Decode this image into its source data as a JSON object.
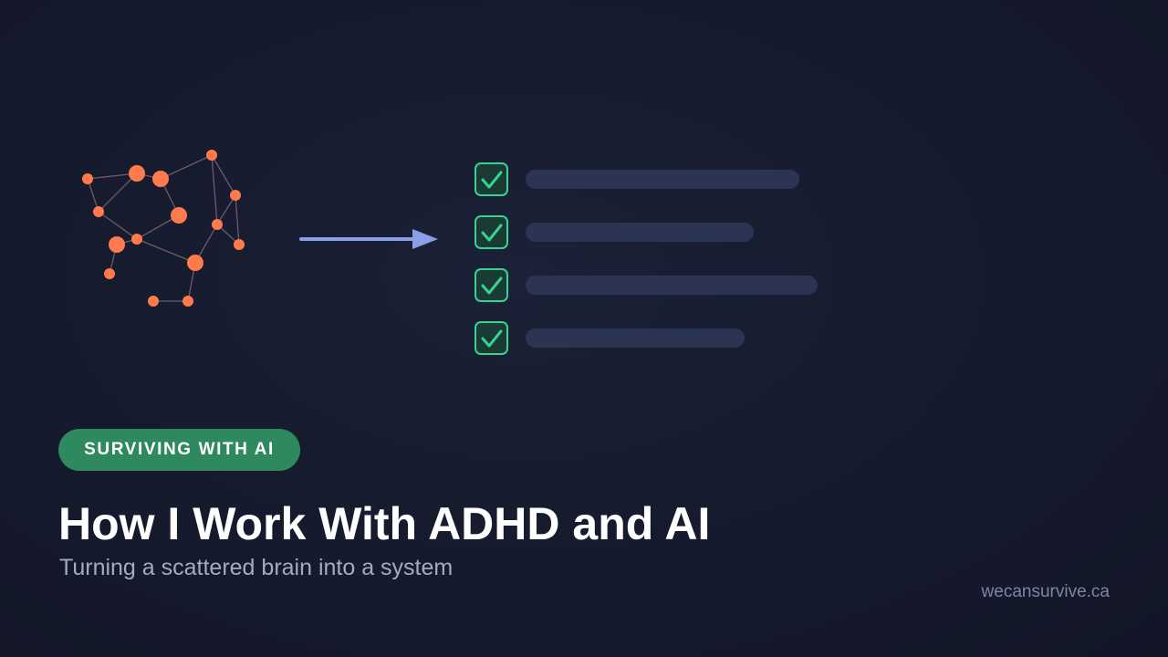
{
  "badge": {
    "label": "SURVIVING WITH AI"
  },
  "title": "How I Work With ADHD and AI",
  "subtitle": "Turning a scattered brain into a system",
  "site": "wecansurvive.ca",
  "icons": {
    "network": "scattered-network-icon",
    "arrow": "right-arrow-icon",
    "checkbox": "checkbox-checked-icon"
  },
  "checklist": {
    "item_count": 4,
    "all_checked": true
  },
  "colors": {
    "background": "#161b2e",
    "node": "#ff7a4d",
    "edge": "#6f5a66",
    "arrow": "#8c9ee8",
    "check": "#37d391",
    "checkbox_fill": "#1a3a35",
    "line_bar": "#2b3452",
    "badge": "#2e8a5e",
    "title": "#ffffff",
    "subtitle": "#a3abc4",
    "site": "#7c86a6"
  }
}
